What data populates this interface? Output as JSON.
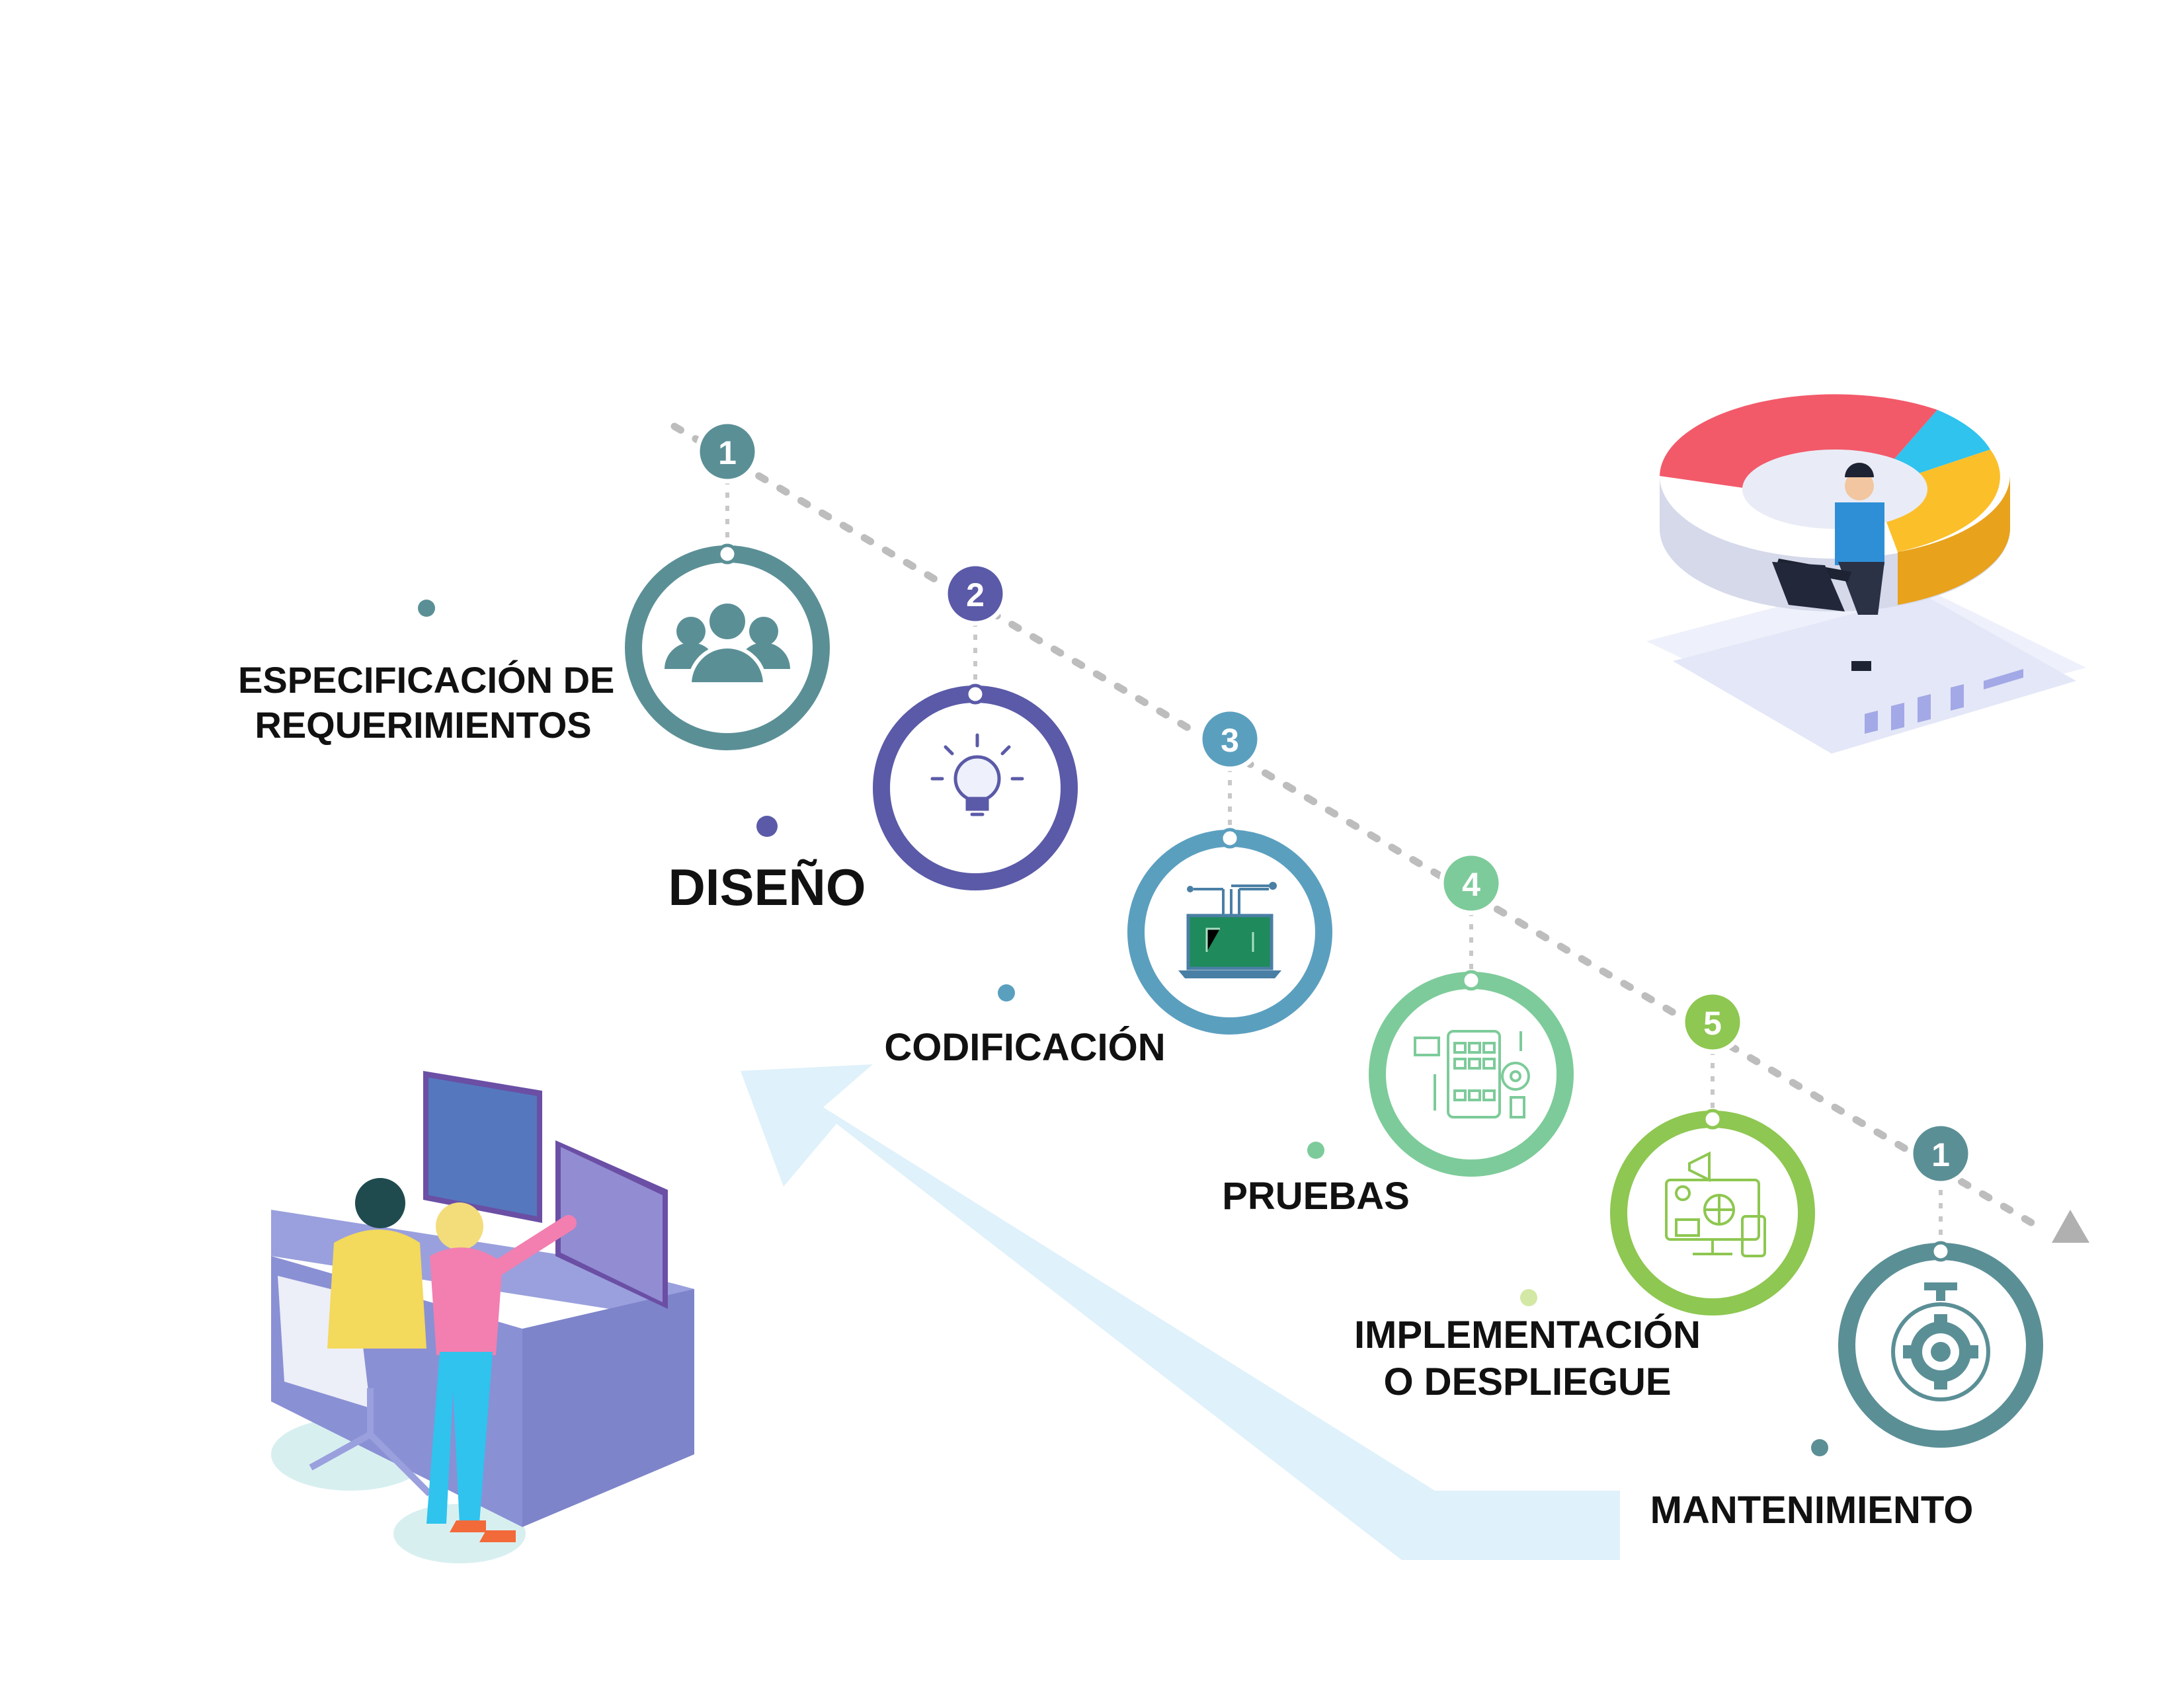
{
  "steps": [
    {
      "number": "1",
      "label_lines": [
        "ESPECIFICACIÓN DE",
        "REQUERIMIENTOS"
      ],
      "color": "#5b8f96",
      "icon": "users-icon"
    },
    {
      "number": "2",
      "label_lines": [
        "DISEÑO"
      ],
      "color": "#5b5aa8",
      "icon": "lightbulb-icon"
    },
    {
      "number": "3",
      "label_lines": [
        "CODIFICACIÓN"
      ],
      "color": "#5b9fbf",
      "icon": "laptop-circuit-icon"
    },
    {
      "number": "4",
      "label_lines": [
        "PRUEBAS"
      ],
      "color": "#7dcb9a",
      "icon": "app-design-icon"
    },
    {
      "number": "5",
      "label_lines": [
        "IMPLEMENTACIÓN",
        "O DESPLIEGUE"
      ],
      "color": "#8ec751",
      "icon": "digital-marketing-icon"
    },
    {
      "number": "1",
      "label_lines": [
        "MANTENIMIENTO"
      ],
      "color": "#5b8f96",
      "icon": "stopwatch-gear-icon"
    }
  ],
  "colors": {
    "dotted_line": "#bdbdbd",
    "return_arrow": "#dff1fa",
    "arrow_head": "#b0b0b0"
  },
  "illustrations": [
    "person-on-pie-chart-illustration",
    "developers-at-desk-illustration"
  ]
}
